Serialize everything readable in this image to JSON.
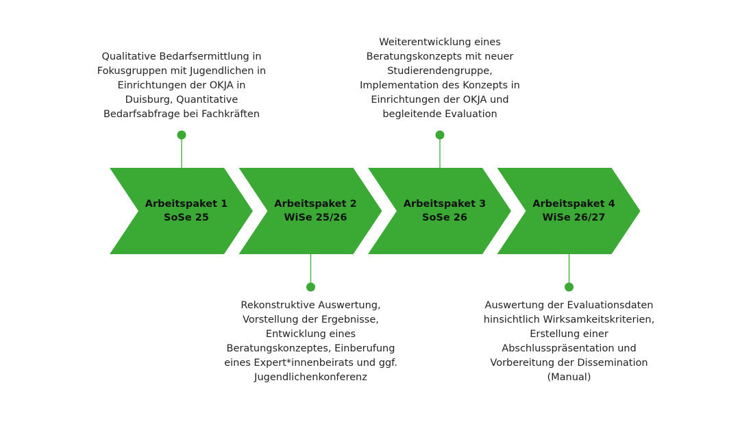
{
  "colors": {
    "chevron": "#3aaa35",
    "connector": "#3aaa35",
    "text": "#222222",
    "label": "#111111"
  },
  "packages": [
    {
      "name": "Arbeitspaket 1",
      "semester": "SoSe 25",
      "description_position": "top",
      "description": [
        "Qualitative Bedarfsermittlung in",
        "Fokusgruppen mit Jugendlichen in",
        "Einrichtungen der OKJA in",
        "Duisburg, Quantitative",
        "Bedarfsabfrage bei Fachkräften"
      ]
    },
    {
      "name": "Arbeitspaket 2",
      "semester": "WiSe 25/26",
      "description_position": "bottom",
      "description": [
        "Rekonstruktive Auswertung,",
        "Vorstellung der Ergebnisse,",
        "Entwicklung eines",
        "Beratungskonzeptes, Einberufung",
        "eines Expert*innenbeirats und ggf.",
        "Jugendlichenkonferenz"
      ]
    },
    {
      "name": "Arbeitspaket 3",
      "semester": "SoSe 26",
      "description_position": "top",
      "description": [
        "Weiterentwicklung eines",
        "Beratungskonzepts mit neuer",
        "Studierendengruppe,",
        "Implementation des Konzepts in",
        "Einrichtungen der OKJA und",
        "begleitende Evaluation"
      ]
    },
    {
      "name": "Arbeitspaket 4",
      "semester": "WiSe 26/27",
      "description_position": "bottom",
      "description": [
        "Auswertung der Evaluationsdaten",
        "hinsichtlich Wirksamkeitskriterien,",
        "Erstellung einer",
        "Abschlusspräsentation und",
        "Vorbereitung der Dissemination",
        "(Manual)"
      ]
    }
  ]
}
